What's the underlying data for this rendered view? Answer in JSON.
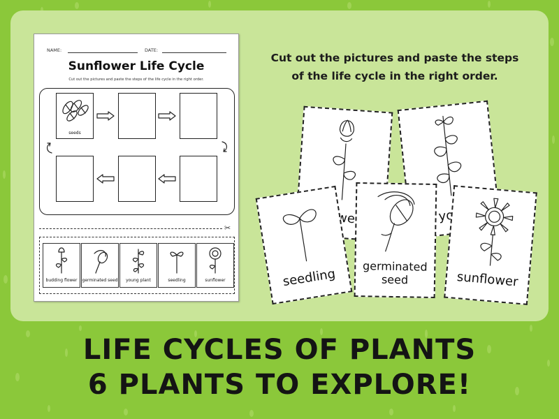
{
  "worksheet": {
    "name_label": "NAME:",
    "date_label": "DATE:",
    "title": "Sunflower Life Cycle",
    "instructions": "Cut out the pictures and paste the steps of the life cycle in the right order.",
    "first_box_label": "seeds",
    "cutout_labels": [
      "budding flower",
      "germinated seed",
      "young plant",
      "seedling",
      "sunflower"
    ]
  },
  "instructions": {
    "line1": "Cut out the pictures and paste the steps",
    "line2": "of the life cycle in the right order."
  },
  "cards": {
    "flower": "flower",
    "young": "youn",
    "seedling": "seedling",
    "germinated_line1": "germinated",
    "germinated_line2": "seed",
    "sunflower": "sunflower"
  },
  "headline": {
    "line1": "LIFE CYCLES OF PLANTS",
    "line2": "6 PLANTS TO EXPLORE!"
  },
  "colors": {
    "background": "#8bc83a",
    "panel": "#c9e599",
    "text": "#141414"
  }
}
